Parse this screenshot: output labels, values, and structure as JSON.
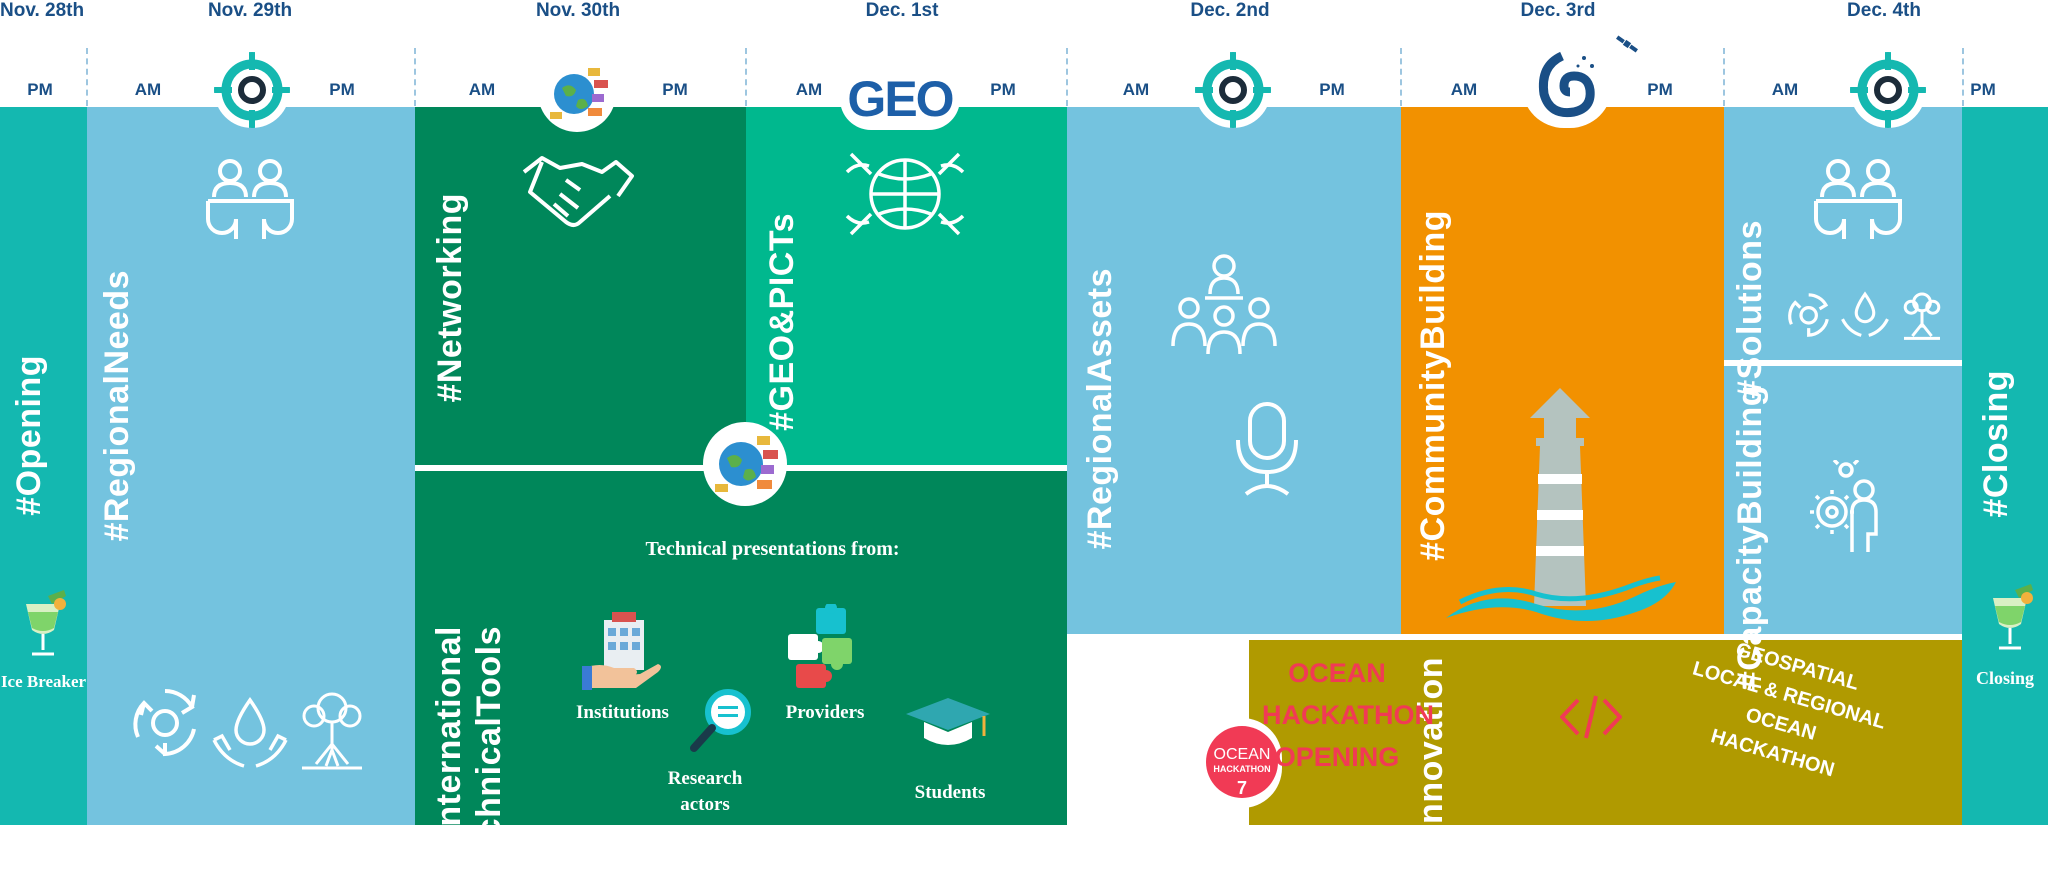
{
  "days": [
    "Nov. 28th",
    "Nov. 29th",
    "Nov. 30th",
    "Dec. 1st",
    "Dec. 2nd",
    "Dec. 3rd",
    "Dec. 4th"
  ],
  "sessions": {
    "am": "AM",
    "pm": "PM"
  },
  "blocks": {
    "opening": "#Opening",
    "regional_needs": "#RegionalNeeds",
    "networking": "#Networking",
    "geo_picts": "#GEO&PICTs",
    "international_tools": [
      "#International",
      "TechnicalTools"
    ],
    "regional_assets": "#RegionalAssets",
    "community_building": "#CommunityBuilding",
    "solutions": "#Solutions",
    "capacity_building": "#CapacityBuilding",
    "innovation": "#Innovation",
    "closing": "#Closing"
  },
  "captions": {
    "ice_breaker": "Ice Breaker",
    "closing": "Closing",
    "tech_heading": "Technical presentations from:",
    "institutions": "Institutions",
    "research": [
      "Research",
      "actors"
    ],
    "providers": "Providers",
    "students": "Students"
  },
  "hackathon": {
    "opening": [
      "OCEAN",
      "HACKATHON",
      "OPENING"
    ],
    "geospatial": [
      "GEOSPATIAL",
      "LOCAL & REGIONAL",
      "OCEAN",
      "HACKATHON"
    ],
    "logo_text": [
      "OCEAN",
      "HACKATHON",
      "7"
    ]
  },
  "geo_logo": "GEO",
  "colors": {
    "teal": "#14b8b0",
    "light_blue": "#74c3df",
    "dark_green": "#00875a",
    "mid_green": "#00b88e",
    "orange": "#f29100",
    "olive": "#b09a00",
    "hack_red": "#f13a55",
    "header_blue": "#1a4f86"
  }
}
